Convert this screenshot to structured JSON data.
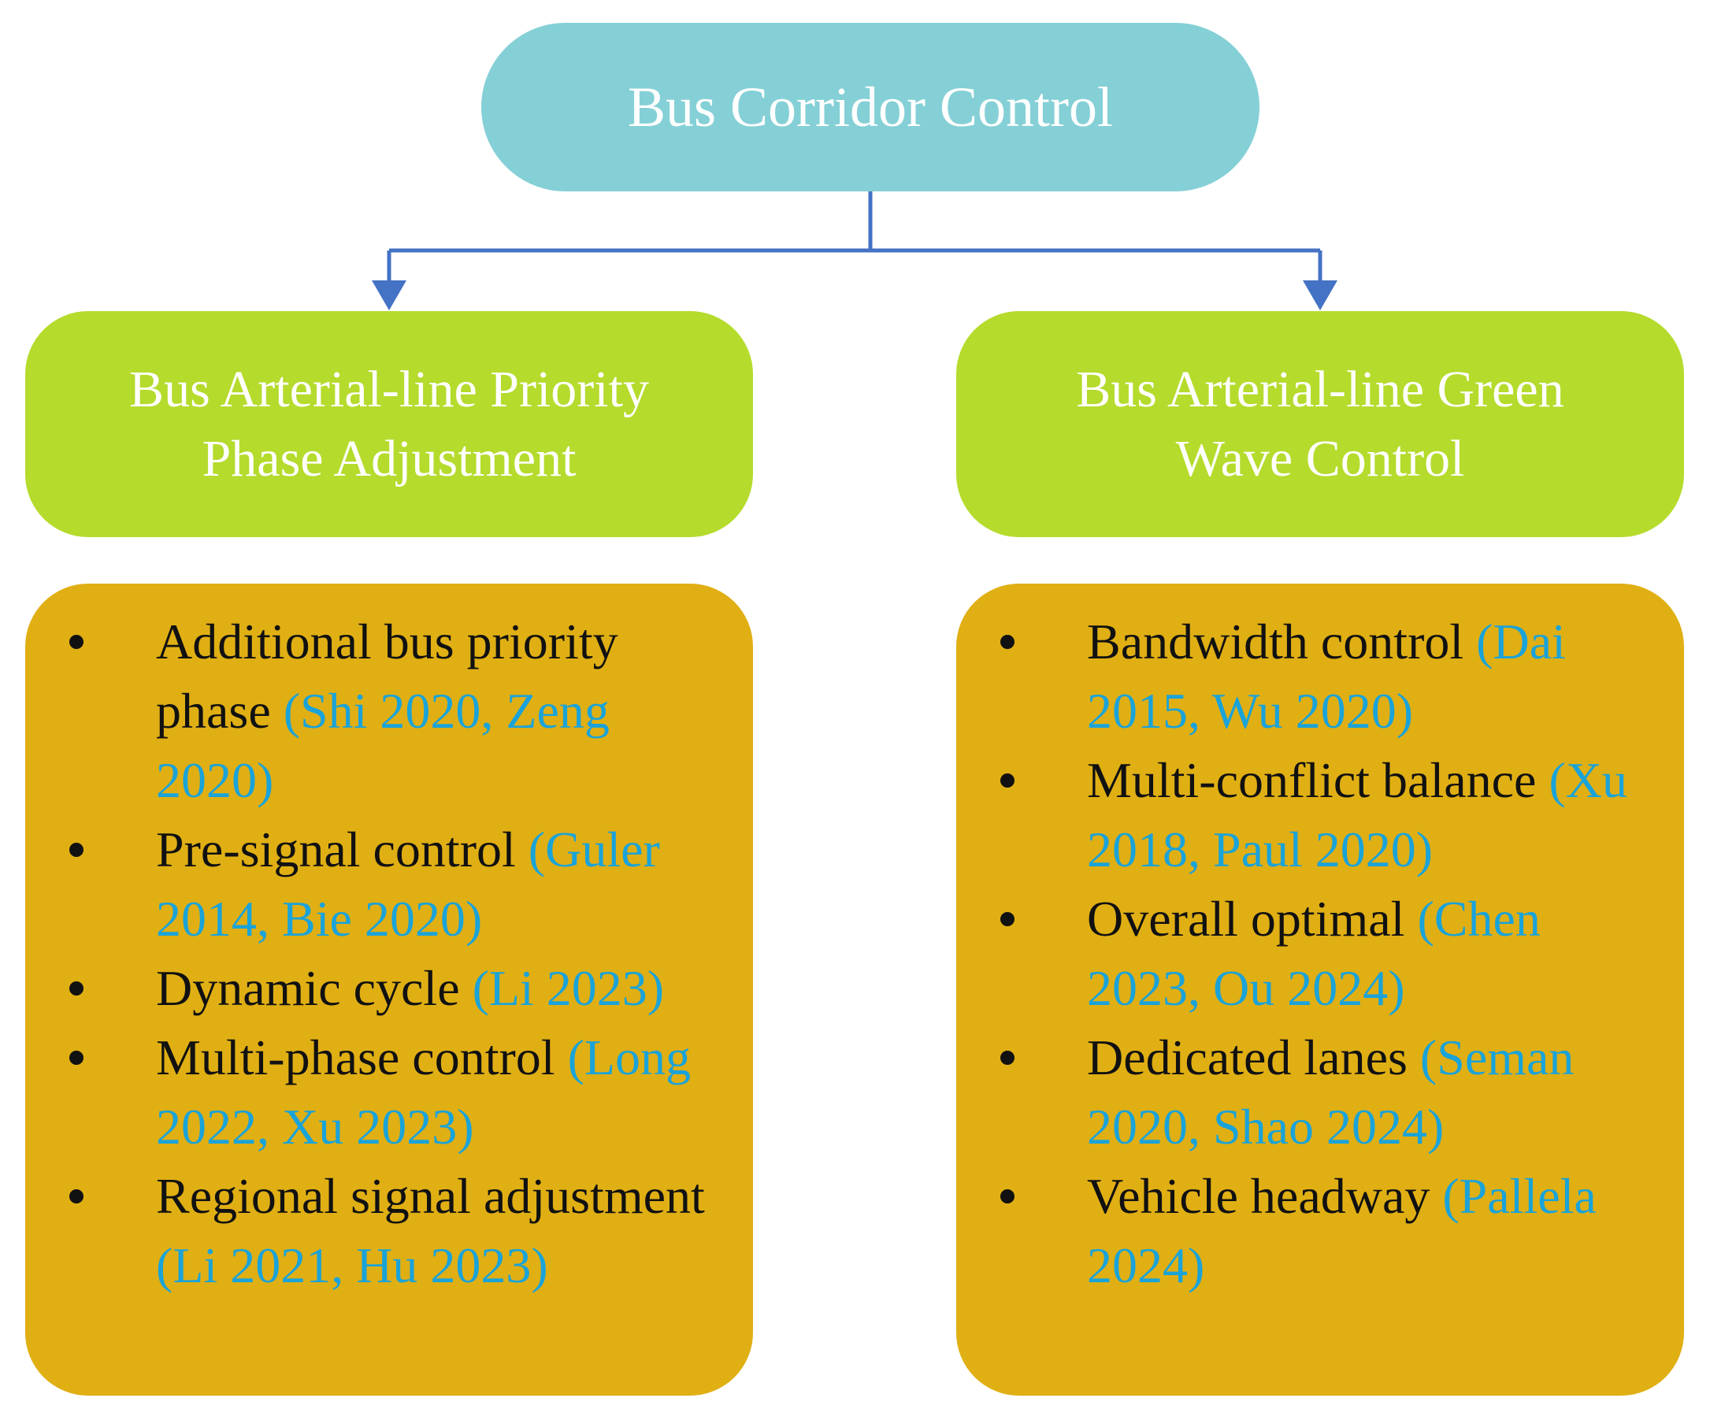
{
  "root": {
    "label": "Bus Corridor Control"
  },
  "branches": [
    {
      "title_lines": [
        "Bus Arterial-line Priority",
        "Phase Adjustment"
      ],
      "items": [
        {
          "text": "Additional bus priority phase",
          "cite": "(Shi 2020, Zeng 2020)"
        },
        {
          "text": "Pre-signal control",
          "cite": "(Guler 2014, Bie 2020)"
        },
        {
          "text": "Dynamic cycle",
          "cite": "(Li 2023)"
        },
        {
          "text": "Multi-phase control",
          "cite": "(Long 2022, Xu 2023)"
        },
        {
          "text": "Regional signal adjustment",
          "cite": "(Li 2021, Hu 2023)"
        }
      ]
    },
    {
      "title_lines": [
        "Bus Arterial-line Green",
        "Wave Control"
      ],
      "items": [
        {
          "text": "Bandwidth control",
          "cite": "(Dai 2015, Wu 2020)"
        },
        {
          "text": "Multi-conflict balance",
          "cite": "(Xu 2018, Paul 2020)"
        },
        {
          "text": "Overall optimal",
          "cite": "(Chen 2023, Ou 2024)"
        },
        {
          "text": "Dedicated lanes",
          "cite": "(Seman 2020, Shao 2024)"
        },
        {
          "text": "Vehicle headway",
          "cite": "(Pallela 2024)"
        }
      ]
    }
  ],
  "colors": {
    "root_fill": "#84d0d6",
    "level2_fill": "#b5db2c",
    "card_fill": "#e0af14",
    "connector": "#4472c4",
    "citation": "#1aa3d9"
  }
}
